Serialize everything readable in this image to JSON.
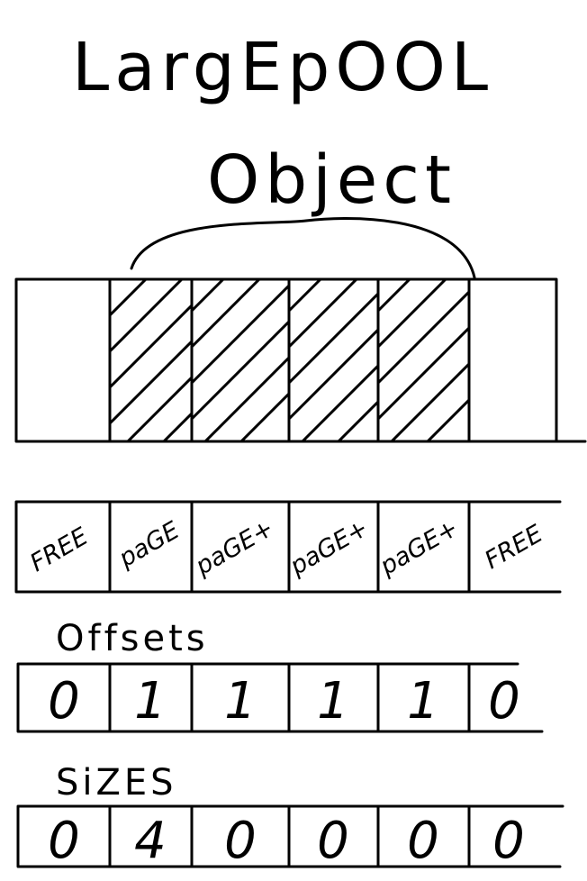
{
  "title_line1": "LargEpOOL",
  "title_line2": "Object",
  "page_blocks": [
    {
      "id": "block-0",
      "hatched": false
    },
    {
      "id": "block-1",
      "hatched": true
    },
    {
      "id": "block-2",
      "hatched": true
    },
    {
      "id": "block-3",
      "hatched": true
    },
    {
      "id": "block-4",
      "hatched": true
    },
    {
      "id": "block-5",
      "hatched": false
    }
  ],
  "page_tags": [
    "FREE",
    "paGE",
    "paGE+",
    "paGE+",
    "paGE+",
    "FREE"
  ],
  "offsets": {
    "label": "Offsets",
    "values": [
      "0",
      "1",
      "1",
      "1",
      "1",
      "0"
    ]
  },
  "sizes": {
    "label": "SiZES",
    "values": [
      "0",
      "4",
      "0",
      "0",
      "0",
      "0"
    ]
  }
}
